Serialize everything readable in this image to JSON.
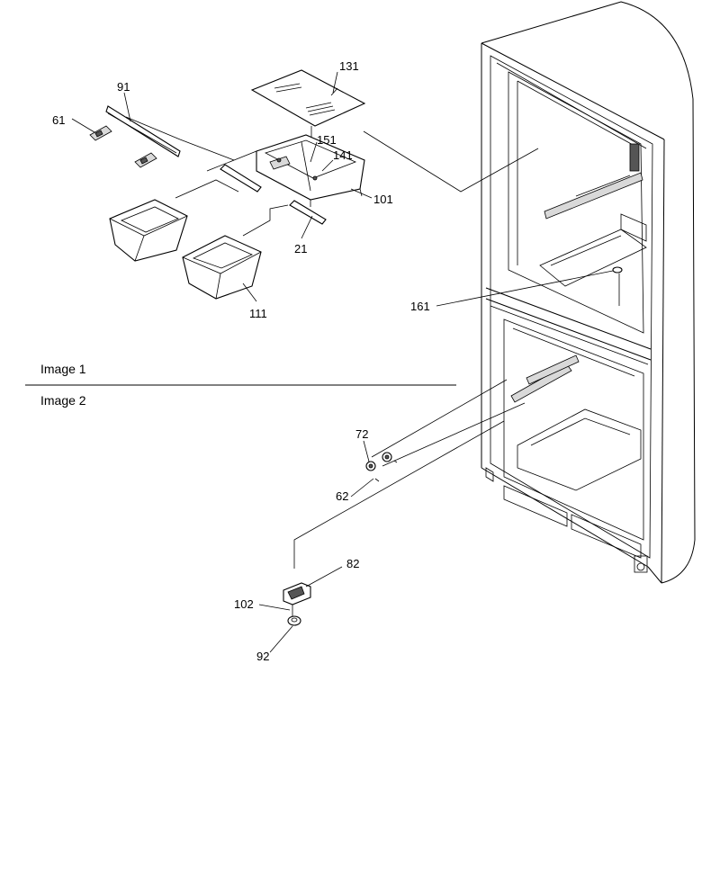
{
  "sections": {
    "image1": "Image 1",
    "image2": "Image 2"
  },
  "callouts": {
    "c131": "131",
    "c91": "91",
    "c61": "61",
    "c151": "151",
    "c141": "141",
    "c101": "101",
    "c21": "21",
    "c111": "111",
    "c161": "161",
    "c72": "72",
    "c62": "62",
    "c82": "82",
    "c102": "102",
    "c92": "92"
  }
}
